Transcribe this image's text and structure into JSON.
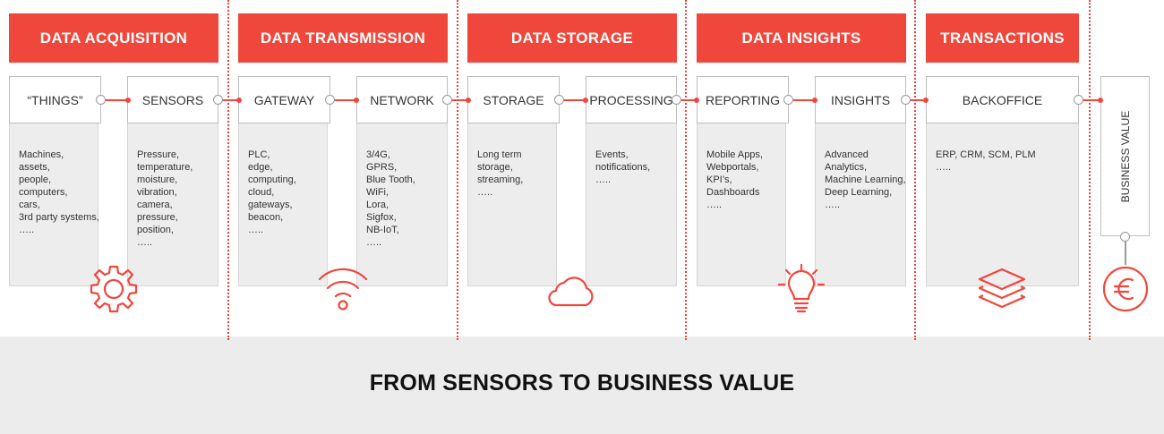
{
  "headers": [
    {
      "label": "DATA ACQUISITION"
    },
    {
      "label": "DATA TRANSMISSION"
    },
    {
      "label": "DATA STORAGE"
    },
    {
      "label": "DATA INSIGHTS"
    },
    {
      "label": "TRANSACTIONS"
    }
  ],
  "stages": [
    {
      "title": "“THINGS”",
      "items": [
        "Machines,",
        "assets,",
        "people,",
        "computers,",
        "cars,",
        "3rd party systems,",
        "….."
      ]
    },
    {
      "title": "SENSORS",
      "items": [
        "Pressure,",
        "temperature,",
        "moisture,",
        "vibration,",
        "camera,",
        "pressure,",
        "position,",
        "….."
      ]
    },
    {
      "title": "GATEWAY",
      "items": [
        "PLC,",
        "edge,",
        "computing,",
        "cloud,",
        "gateways,",
        "beacon,",
        "….."
      ]
    },
    {
      "title": "NETWORK",
      "items": [
        "3/4G,",
        "GPRS,",
        "Blue Tooth,",
        "WiFi,",
        "Lora,",
        "Sigfox,",
        "NB-IoT,",
        "….."
      ]
    },
    {
      "title": "STORAGE",
      "items": [
        "Long term",
        "storage,",
        "streaming,",
        "….."
      ]
    },
    {
      "title": "PROCESSING",
      "items": [
        "Events,",
        "notifications,",
        "….."
      ]
    },
    {
      "title": "REPORTING",
      "items": [
        "Mobile Apps,",
        "Webportals,",
        "KPI’s,",
        "Dashboards",
        "….."
      ]
    },
    {
      "title": "INSIGHTS",
      "items": [
        "Advanced",
        "Analytics,",
        "Machine Learning,",
        "Deep Learning,",
        "….."
      ]
    },
    {
      "title": "BACKOFFICE",
      "items": [
        "ERP, CRM, SCM, PLM",
        "….."
      ]
    }
  ],
  "business_value": {
    "label": "BUSINESS VALUE"
  },
  "footer": {
    "title": "FROM SENSORS TO BUSINESS VALUE"
  },
  "icons": [
    "gear-icon",
    "wifi-icon",
    "cloud-icon",
    "lightbulb-icon",
    "layers-icon",
    "euro-icon"
  ],
  "colors": {
    "accent": "#ef473c",
    "panel": "#ededed",
    "footer": "#ececec"
  }
}
